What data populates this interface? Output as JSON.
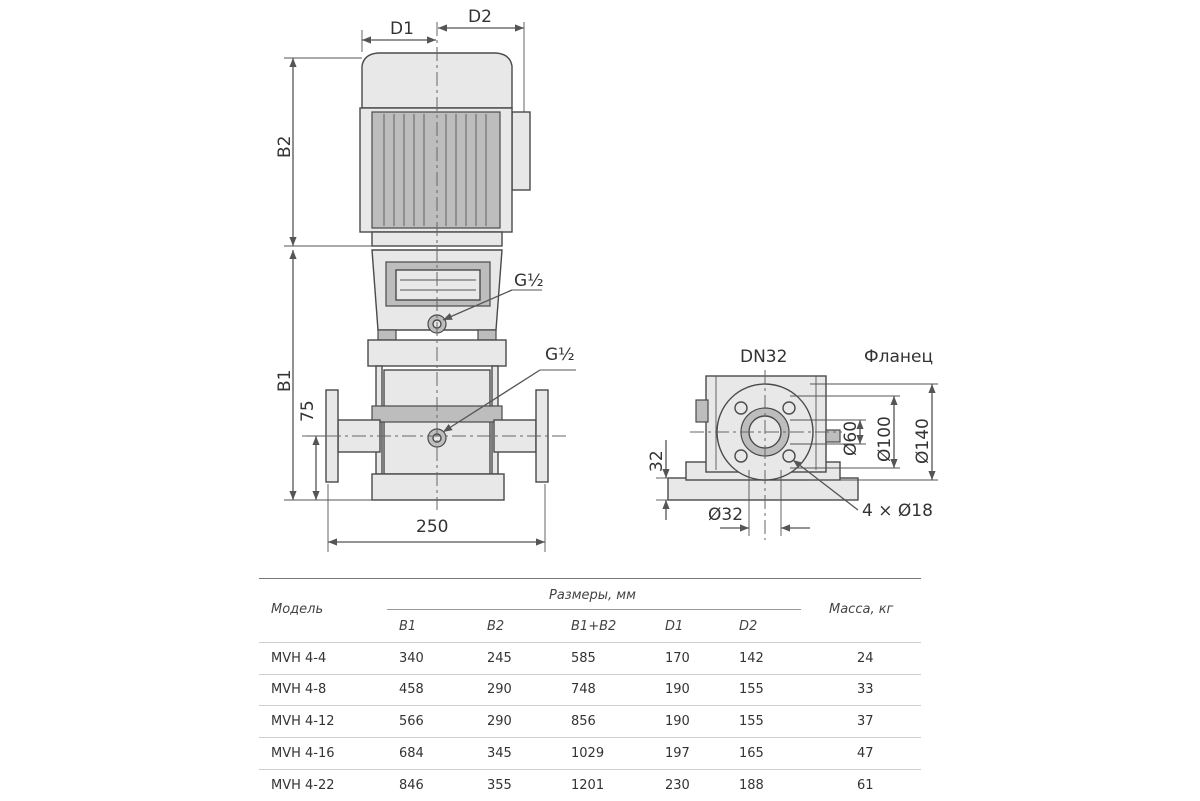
{
  "drawing": {
    "dim_d1": "D1",
    "dim_d2": "D2",
    "dim_b2": "B2",
    "dim_b1": "B1",
    "dim_75": "75",
    "dim_250": "250",
    "port_top": "G½",
    "port_bottom": "G½",
    "flange_title": "Фланец",
    "flange_dn": "DN32",
    "flange_d60": "Ø60",
    "flange_d100": "Ø100",
    "flange_d140": "Ø140",
    "flange_32": "32",
    "flange_d32": "Ø32",
    "flange_holes": "4 × Ø18"
  },
  "table": {
    "model_header": "Модель",
    "sizes_header": "Размеры, мм",
    "mass_header": "Масса, кг",
    "columns": [
      "B1",
      "B2",
      "B1+B2",
      "D1",
      "D2"
    ],
    "rows": [
      {
        "model": "MVH 4-4",
        "b1": "340",
        "b2": "245",
        "b1b2": "585",
        "d1": "170",
        "d2": "142",
        "mass": "24"
      },
      {
        "model": "MVH 4-8",
        "b1": "458",
        "b2": "290",
        "b1b2": "748",
        "d1": "190",
        "d2": "155",
        "mass": "33"
      },
      {
        "model": "MVH 4-12",
        "b1": "566",
        "b2": "290",
        "b1b2": "856",
        "d1": "190",
        "d2": "155",
        "mass": "37"
      },
      {
        "model": "MVH 4-16",
        "b1": "684",
        "b2": "345",
        "b1b2": "1029",
        "d1": "197",
        "d2": "165",
        "mass": "47"
      },
      {
        "model": "MVH 4-22",
        "b1": "846",
        "b2": "355",
        "b1b2": "1201",
        "d1": "230",
        "d2": "188",
        "mass": "61"
      }
    ]
  }
}
